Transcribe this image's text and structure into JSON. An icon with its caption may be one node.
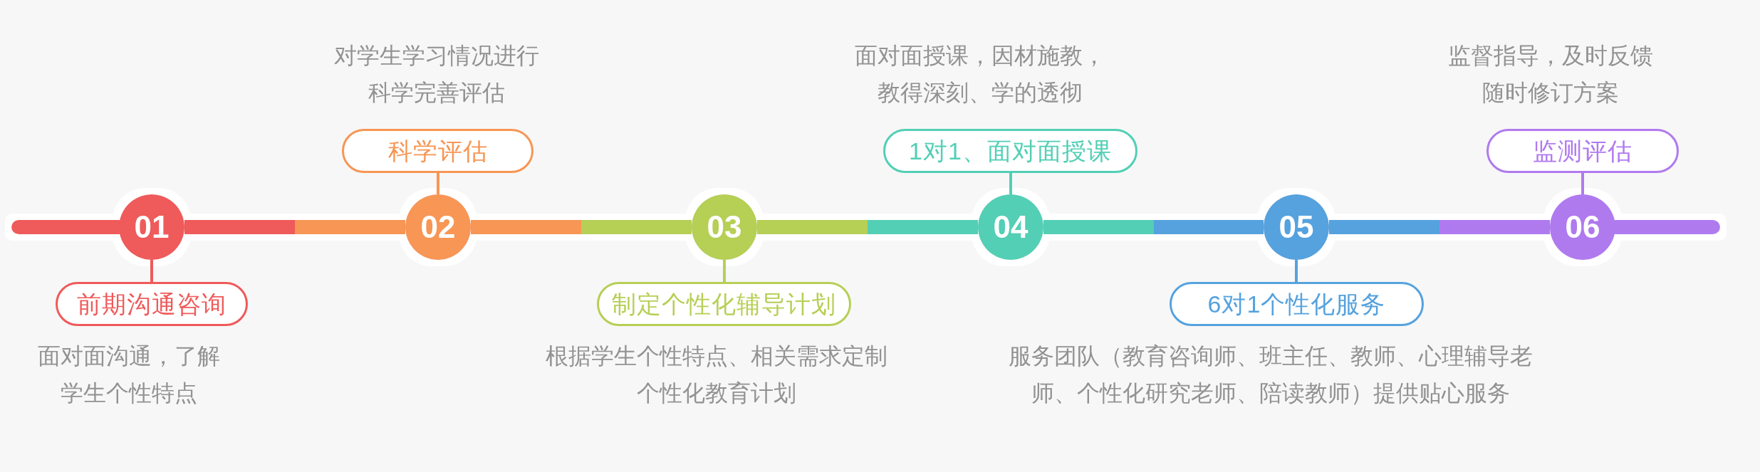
{
  "diagram": {
    "nodes": [
      {
        "text": [
          "01"
        ]
      },
      {
        "text": [
          "前期沟通咨询"
        ],
        "beside": [
          "面对面沟通，了解学生个性特点"
        ]
      },
      {
        "text": [
          "02"
        ]
      },
      {
        "text": [
          "科学评估"
        ],
        "beside": [
          "对学生学习情况进行科学完善评估"
        ]
      },
      {
        "text": [
          "03"
        ]
      },
      {
        "text": [
          "制定个性化辅导计划"
        ],
        "beside": [
          "根据学生个性特点、相关需求定制个性化教育计划"
        ]
      },
      {
        "text": [
          "04"
        ]
      },
      {
        "text": [
          "1对1、面对面授课"
        ],
        "beside": [
          "面对面授课，因材施教，教得深刻、学的透彻"
        ]
      },
      {
        "text": [
          "05"
        ]
      },
      {
        "text": [
          "6对1个性化服务"
        ],
        "beside": [
          "服务团队（教育咨询师、班主任、教师、心理辅导老师、个性化研究老师、陪读教师）提供贴心服务"
        ]
      },
      {
        "text": [
          "06"
        ]
      },
      {
        "text": [
          "监测评估"
        ],
        "beside": [
          "监督指导，及时反馈随时修订方案"
        ]
      }
    ],
    "edges": [
      {
        "from": null,
        "to": 0,
        "arrow": "none",
        "style": "thick",
        "color": "#ef5a5a"
      },
      {
        "from": 0,
        "to": 2,
        "arrow": "none",
        "style": "thick"
      },
      {
        "from": 2,
        "to": 4,
        "arrow": "none",
        "style": "thick"
      },
      {
        "from": 4,
        "to": 6,
        "arrow": "none",
        "style": "thick"
      },
      {
        "from": 6,
        "to": 8,
        "arrow": "none",
        "style": "thick"
      },
      {
        "from": 8,
        "to": 10,
        "arrow": "none",
        "style": "thick"
      },
      {
        "from": 10,
        "to": null,
        "arrow": "none",
        "style": "thick",
        "color": "#b07aef"
      },
      {
        "from": 0,
        "to": 1,
        "arrow": "none",
        "color": "#ef5a5a"
      },
      {
        "from": 2,
        "to": 3,
        "arrow": "none",
        "color": "#f79654"
      },
      {
        "from": 4,
        "to": 5,
        "arrow": "none",
        "color": "#b6cf55"
      },
      {
        "from": 6,
        "to": 7,
        "arrow": "none",
        "color": "#52cfb5"
      },
      {
        "from": 8,
        "to": 9,
        "arrow": "none",
        "color": "#55a2de"
      },
      {
        "from": 10,
        "to": 11,
        "arrow": "none",
        "color": "#b07aef"
      }
    ]
  }
}
